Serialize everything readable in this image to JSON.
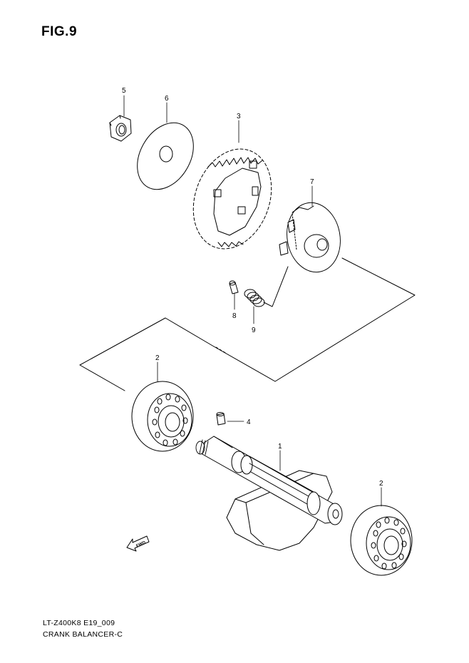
{
  "figure_title": "FIG.9",
  "footer": {
    "model_code": "LT-Z400K8 E19_009",
    "assembly_name": "CRANK BALANCER-C"
  },
  "part_callouts": [
    "5",
    "6",
    "3",
    "7",
    "8",
    "9",
    "2",
    "4",
    "1",
    "2"
  ],
  "direction_marker": "FWD",
  "colors": {
    "line": "#000000",
    "background": "#ffffff"
  }
}
